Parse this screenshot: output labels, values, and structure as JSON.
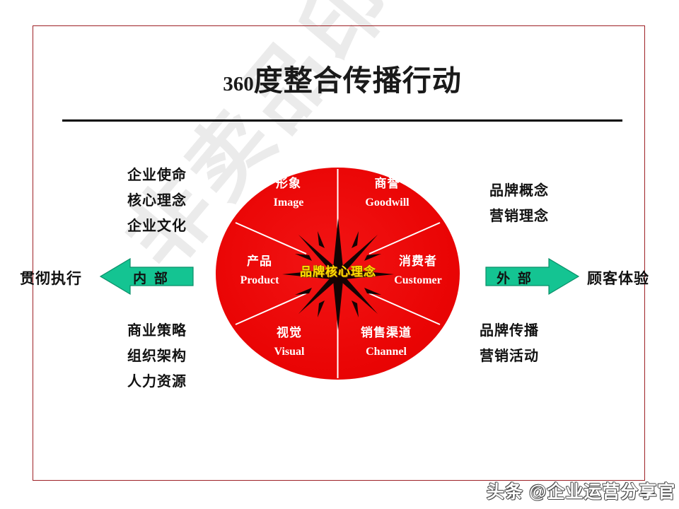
{
  "slide": {
    "title_number": "360",
    "title_text": "度整合传播行动",
    "border_color": "#9e2126",
    "accent_red": "#ee0d0d",
    "accent_green": "#13c18e",
    "core_text_color": "#fedd00"
  },
  "background_watermark": {
    "text": "非卖品印"
  },
  "wheel": {
    "center_label": "品牌核心理念",
    "segments": [
      {
        "id": "image",
        "cn": "形象",
        "en": "Image"
      },
      {
        "id": "goodwill",
        "cn": "商誉",
        "en": "Goodwill"
      },
      {
        "id": "product",
        "cn": "产品",
        "en": "Product"
      },
      {
        "id": "customer",
        "cn": "消费者",
        "en": "Customer"
      },
      {
        "id": "visual",
        "cn": "视觉",
        "en": "Visual"
      },
      {
        "id": "channel",
        "cn": "销售渠道",
        "en": "Channel"
      }
    ]
  },
  "left_side": {
    "top_items": [
      "企业使命",
      "核心理念",
      "企业文化"
    ],
    "top_block": "企业使命\n核心理念\n企业文化",
    "bottom_items": [
      "商业策略",
      "组织架构",
      "人力资源"
    ],
    "bottom_block": "商业策略\n组织架构\n人力资源",
    "arrow_label": "内 部",
    "outer_label": "贯彻执行",
    "arrow_direction": "left"
  },
  "right_side": {
    "top_items": [
      "品牌概念",
      "营销理念"
    ],
    "top_block": "品牌概念\n营销理念",
    "bottom_items": [
      "品牌传播",
      "营销活动"
    ],
    "bottom_block": "品牌传播\n营销活动",
    "arrow_label": "外 部",
    "outer_label": "顾客体验",
    "arrow_direction": "right"
  },
  "footer": {
    "watermark": "头条 @企业运营分享官"
  }
}
